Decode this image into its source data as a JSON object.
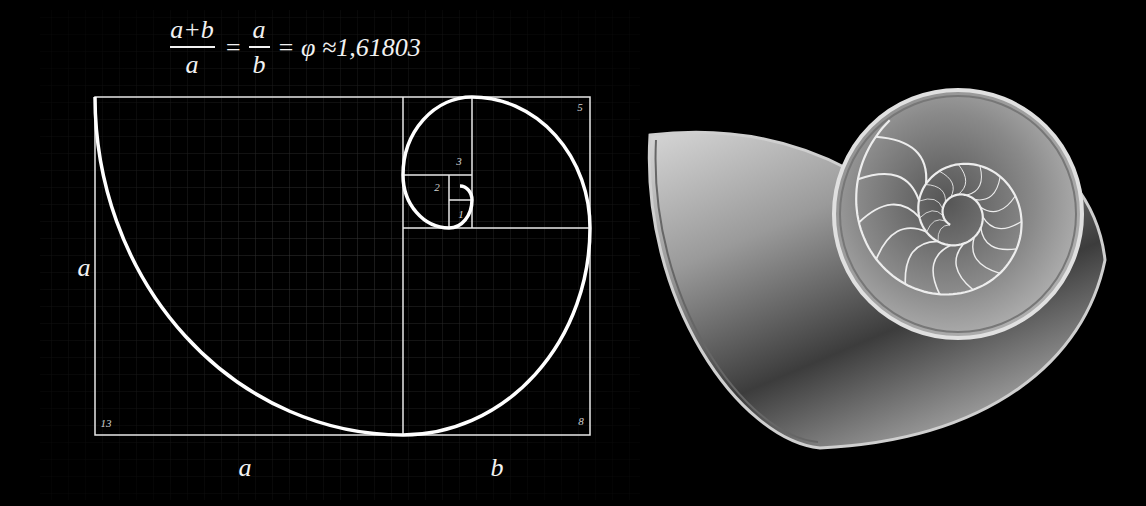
{
  "diagram": {
    "labels": [
      "a+b",
      "a",
      "=",
      "a",
      "b",
      "= φ ≈1,61803",
      "5",
      "3",
      "2",
      "1",
      "a",
      "13",
      "8",
      "a",
      "b"
    ]
  }
}
